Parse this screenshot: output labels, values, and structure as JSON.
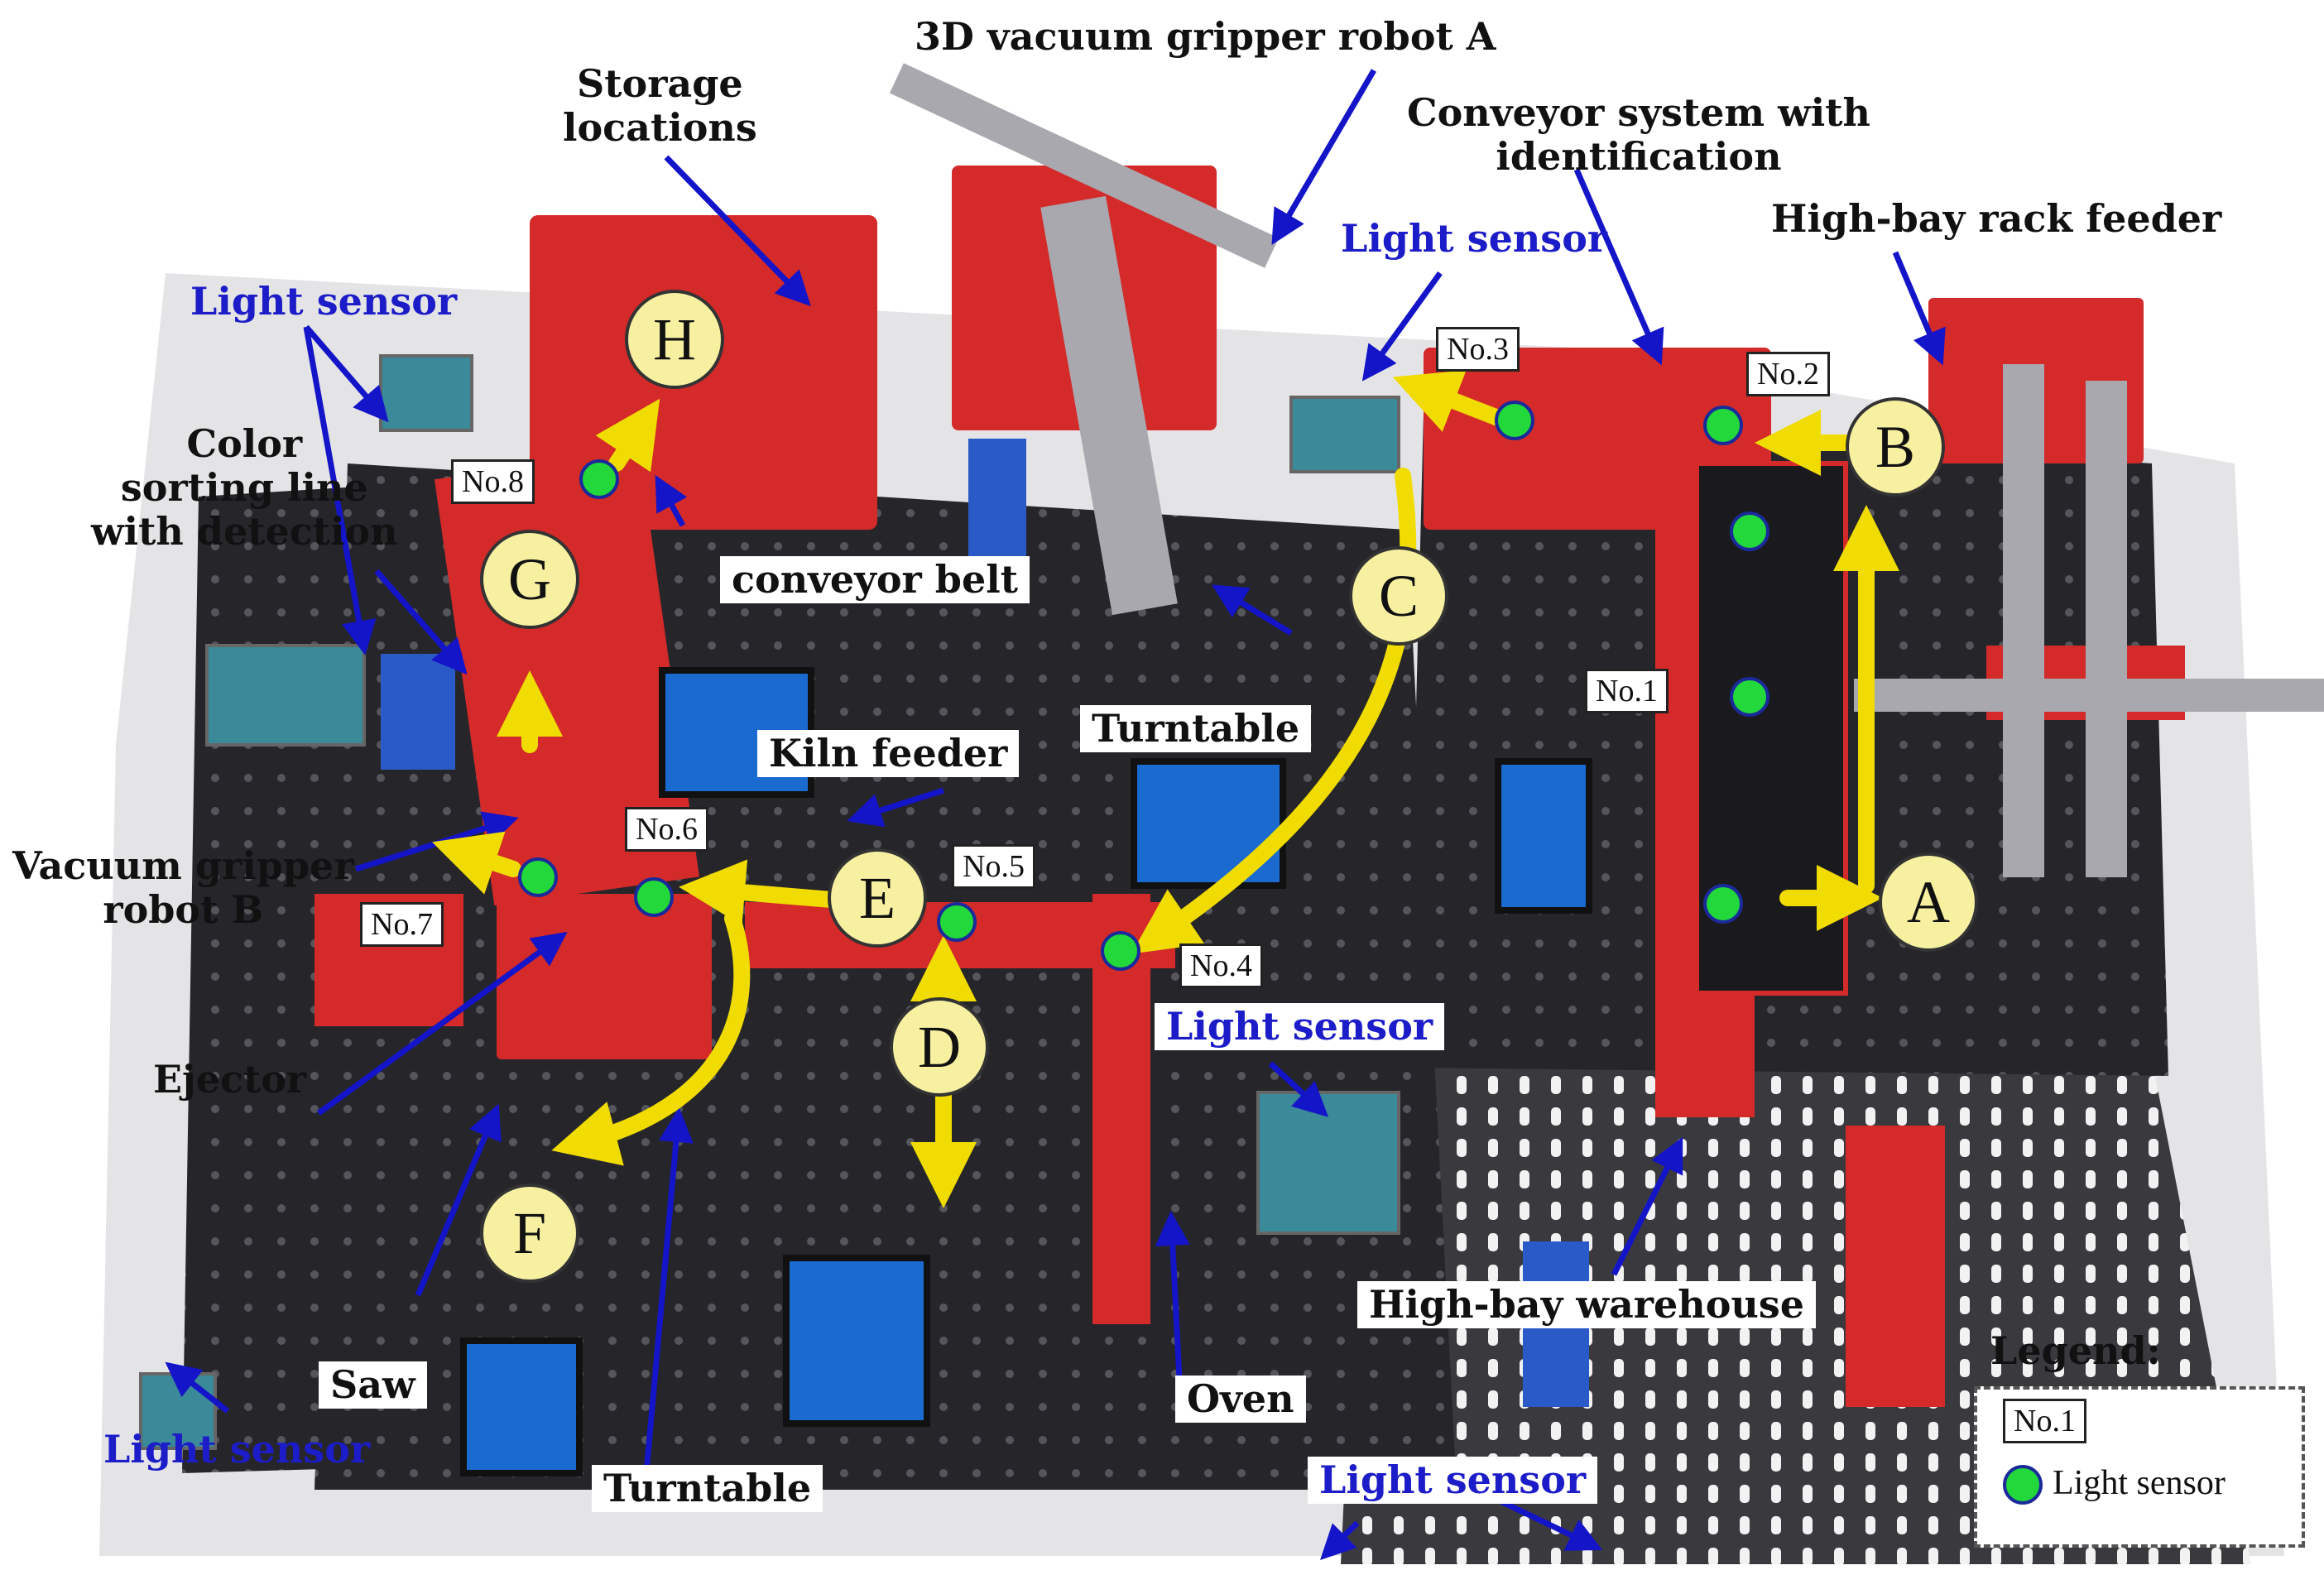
{
  "labels": {
    "robot_a": "3D vacuum gripper robot A",
    "storage": "Storage\nlocations",
    "conveyor_system": "Conveyor system with\nidentification",
    "rack_feeder": "High-bay rack feeder",
    "color_sorting": "Color\nsorting line\nwith detection",
    "conveyor_belt": "conveyor belt",
    "kiln_feeder": "Kiln feeder",
    "turntable_top": "Turntable",
    "vacuum_b": "Vacuum gripper\nrobot B",
    "ejector": "Ejector",
    "saw": "Saw",
    "turntable_bottom": "Turntable",
    "oven": "Oven",
    "warehouse": "High-bay warehouse",
    "light_sensor_1": "Light sensor",
    "light_sensor_2": "Light sensor",
    "light_sensor_3": "Light sensor",
    "light_sensor_4": "Light sensor",
    "light_sensor_5": "Light sensor"
  },
  "stations": [
    "A",
    "B",
    "C",
    "D",
    "E",
    "F",
    "G",
    "H"
  ],
  "sensor_tags": [
    "No.1",
    "No.2",
    "No.3",
    "No.4",
    "No.5",
    "No.6",
    "No.7",
    "No.8"
  ],
  "legend": {
    "title": "Legend:",
    "tag": "No.1",
    "dot_label": "Light sensor"
  },
  "colors": {
    "sensor_dot": "#22d83a",
    "station_circle": "#f6f0a0",
    "flow_arrow": "#f0dc00",
    "pointer_arrow": "#1414c8",
    "sensor_text": "#1c1cc8",
    "machine_red": "#d42a2a",
    "board_black": "#1e1e22"
  }
}
